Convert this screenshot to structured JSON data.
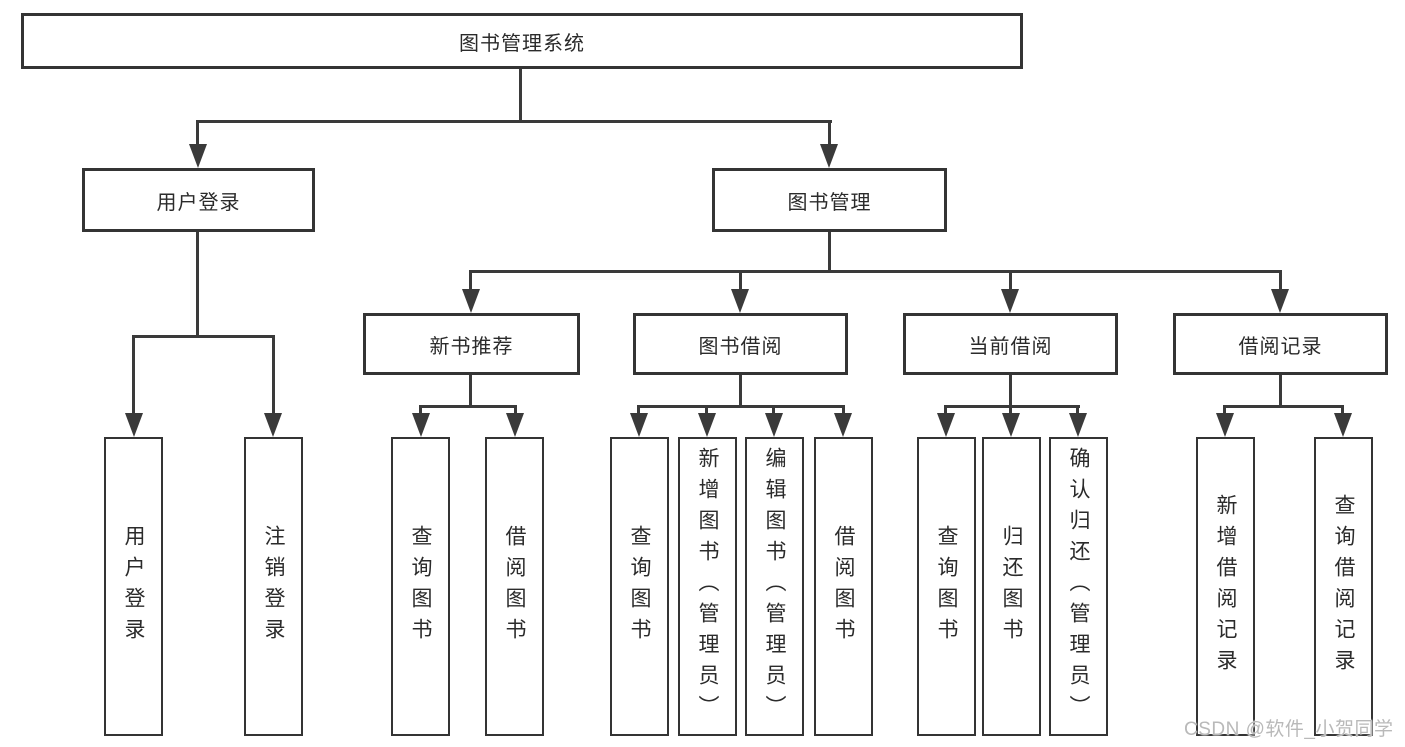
{
  "diagram": {
    "title": "图书管理系统",
    "nodes": {
      "root": {
        "label": "图书管理系统"
      },
      "user_login": {
        "label": "用户登录"
      },
      "book_mgmt": {
        "label": "图书管理"
      },
      "new_book_rec": {
        "label": "新书推荐"
      },
      "book_borrow": {
        "label": "图书借阅"
      },
      "current_borrow": {
        "label": "当前借阅"
      },
      "borrow_record": {
        "label": "借阅记录"
      },
      "leaf_user_login": {
        "label": "用户登录"
      },
      "leaf_logout": {
        "label": "注销登录"
      },
      "leaf_nr_query": {
        "label": "查询图书"
      },
      "leaf_nr_borrow": {
        "label": "借阅图书"
      },
      "leaf_bb_query": {
        "label": "查询图书"
      },
      "leaf_bb_add": {
        "label": "新增图书（管理员）"
      },
      "leaf_bb_edit": {
        "label": "编辑图书（管理员）"
      },
      "leaf_bb_borrow": {
        "label": "借阅图书"
      },
      "leaf_cb_query": {
        "label": "查询图书"
      },
      "leaf_cb_return": {
        "label": "归还图书"
      },
      "leaf_cb_confirm": {
        "label": "确认归还（管理员）"
      },
      "leaf_br_add": {
        "label": "新增借阅记录"
      },
      "leaf_br_query": {
        "label": "查询借阅记录"
      }
    },
    "hierarchy": {
      "图书管理系统": [
        "用户登录",
        "图书管理"
      ],
      "用户登录": [
        "用户登录",
        "注销登录"
      ],
      "图书管理": [
        "新书推荐",
        "图书借阅",
        "当前借阅",
        "借阅记录"
      ],
      "新书推荐": [
        "查询图书",
        "借阅图书"
      ],
      "图书借阅": [
        "查询图书",
        "新增图书（管理员）",
        "编辑图书（管理员）",
        "借阅图书"
      ],
      "当前借阅": [
        "查询图书",
        "归还图书",
        "确认归还（管理员）"
      ],
      "借阅记录": [
        "新增借阅记录",
        "查询借阅记录"
      ]
    },
    "colors": {
      "line": "#3a3a3a",
      "box_border": "#343434",
      "text": "#2b2b2b",
      "watermark": "#b9b9b9",
      "background": "#ffffff"
    }
  },
  "watermark": {
    "text": "CSDN @软件_小贺同学"
  }
}
